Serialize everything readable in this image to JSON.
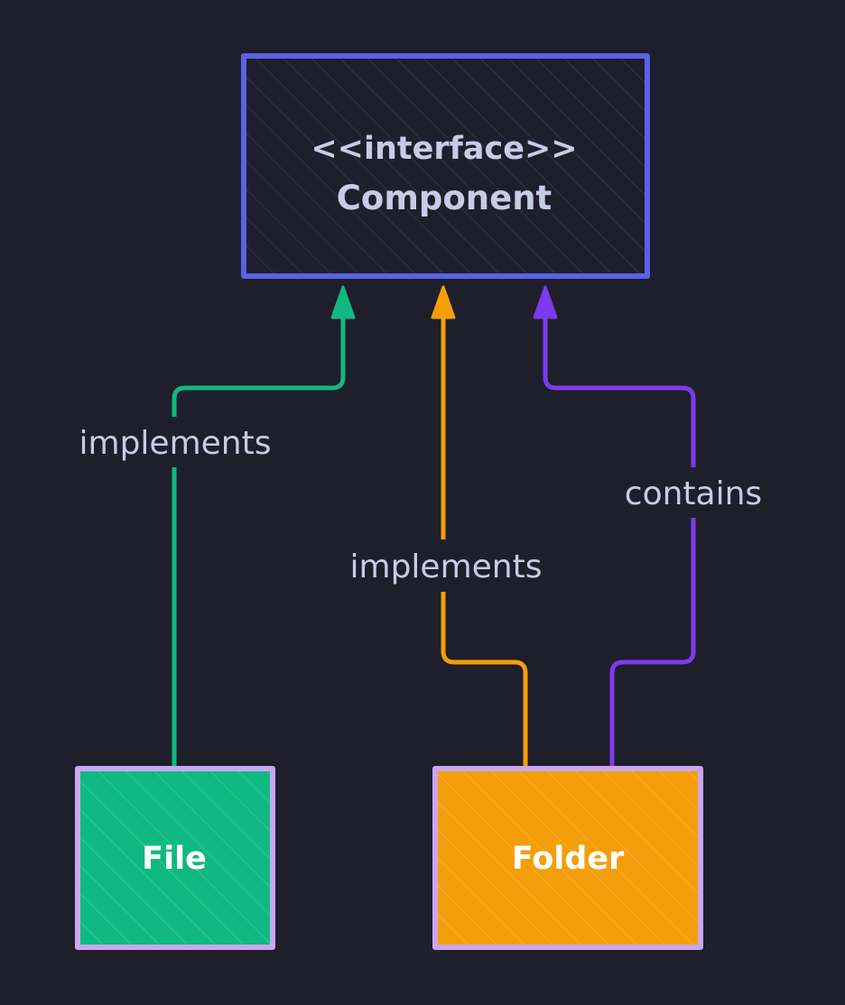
{
  "colors": {
    "background": "#1f1e2b",
    "interface_border": "#5a62e6",
    "label_text": "#c8cbe6",
    "node_border": "#c9a6ef",
    "file_fill": "#10b981",
    "folder_fill": "#f59e0b",
    "implements_green": "#10b981",
    "implements_orange": "#f59e0b",
    "contains_purple": "#7c3aed",
    "node_text": "#ffffff"
  },
  "nodes": {
    "interface": {
      "stereotype": "<<interface>>",
      "name": "Component"
    },
    "file": {
      "name": "File"
    },
    "folder": {
      "name": "Folder"
    }
  },
  "edges": {
    "file_implements": {
      "label": "implements"
    },
    "folder_implements": {
      "label": "implements"
    },
    "folder_contains": {
      "label": "contains"
    }
  }
}
